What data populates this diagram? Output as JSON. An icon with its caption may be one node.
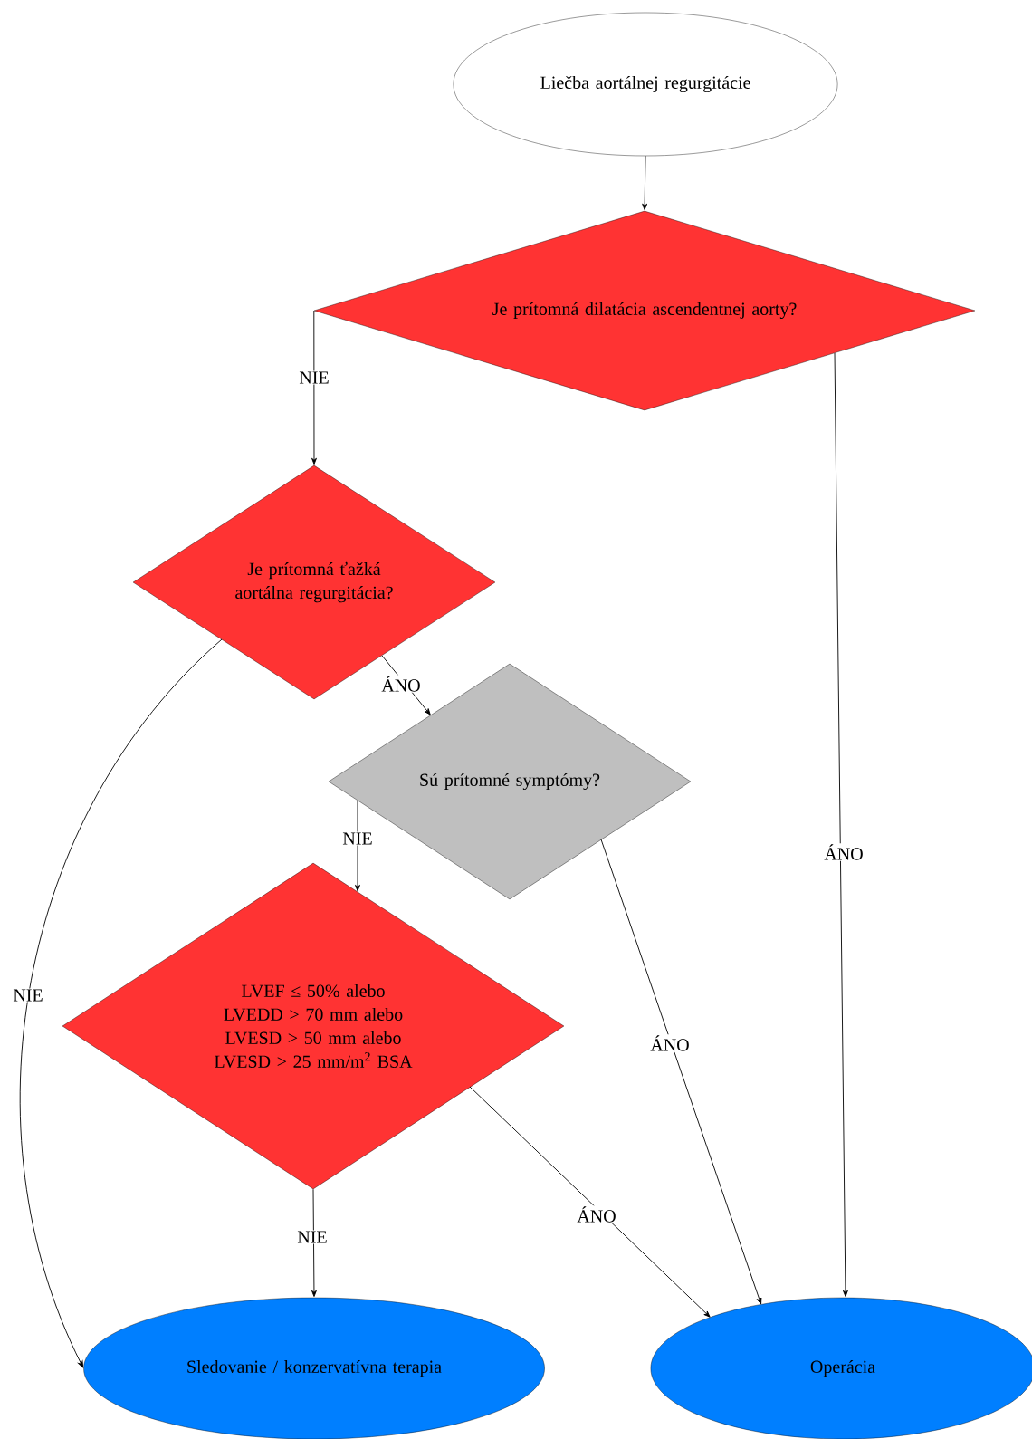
{
  "diagram": {
    "nodes": [
      {
        "text": [
          "Liečba aortálnej regurgitácie"
        ]
      },
      {
        "text": [
          "Je prítomná dilatácia ascendentnej aorty?"
        ]
      },
      {
        "text": [
          "Je prítomná ťažká aortálna regurgitácia?"
        ]
      },
      {
        "text": [
          "Sú prítomné symptómy?"
        ]
      },
      {
        "text": [
          "LVEF ≤ 50% alebo LVEDD > 70 mm alebo LVESD > 50 mm alebo LVESD > 25 mm/m$^{2}$ BSA"
        ]
      },
      {
        "text": [
          "Sledovanie / konzervatívna terapia"
        ]
      },
      {
        "text": [
          "Operácia"
        ]
      }
    ],
    "edges": [
      {
        "from": 0,
        "to": 1,
        "arrow": "to"
      },
      {
        "from": 1,
        "to": 2,
        "arrow": "to",
        "label": "NIE"
      },
      {
        "from": 1,
        "to": 6,
        "arrow": "to",
        "label": "ÁNO"
      },
      {
        "from": 2,
        "to": 3,
        "arrow": "to",
        "label": "ÁNO"
      },
      {
        "from": 2,
        "to": 5,
        "arrow": "to",
        "label": "NIE"
      },
      {
        "from": 3,
        "to": 4,
        "arrow": "to",
        "label": "NIE"
      },
      {
        "from": 3,
        "to": 6,
        "arrow": "to",
        "label": "ÁNO"
      },
      {
        "from": 4,
        "to": 5,
        "arrow": "to",
        "label": "NIE"
      },
      {
        "from": 4,
        "to": 6,
        "arrow": "to",
        "label": "ÁNO"
      }
    ]
  }
}
